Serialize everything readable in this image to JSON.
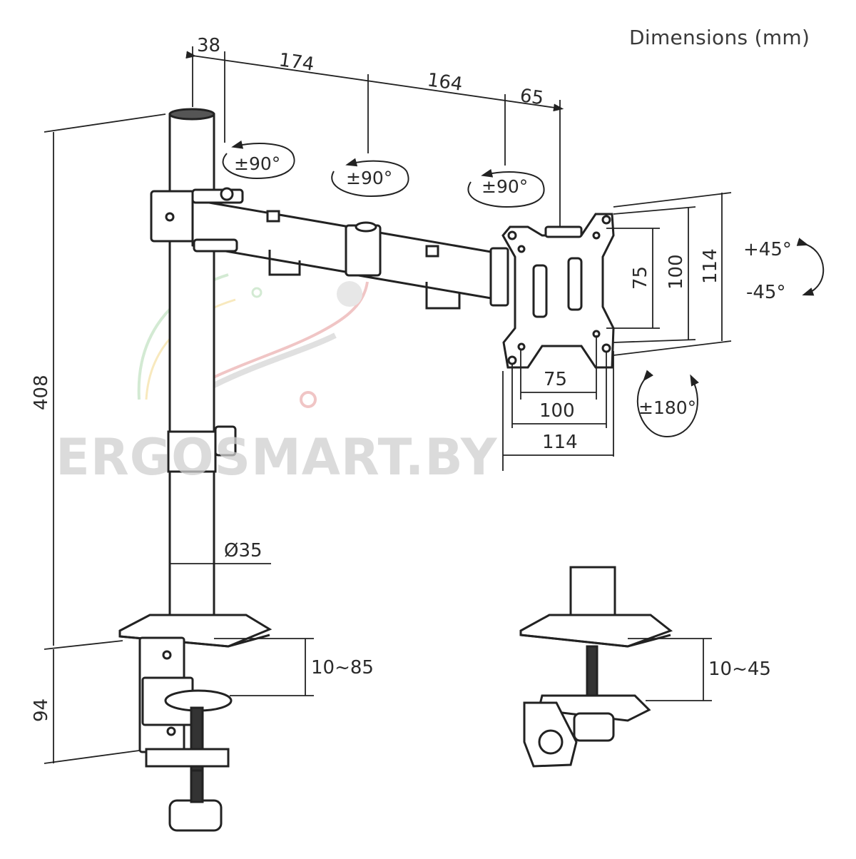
{
  "title": "Dimensions (mm)",
  "watermark": "ERGOSMART.BY",
  "dimensions": {
    "d38": "38",
    "d174": "174",
    "d164": "164",
    "d65": "65",
    "height": "408",
    "clamp": "94",
    "pole": "Ø35",
    "clamp_range": "10~85",
    "grommet_range": "10~45",
    "vesa_h75": "75",
    "vesa_h100": "100",
    "vesa_h114": "114",
    "vesa_v75": "75",
    "vesa_v100": "100",
    "vesa_v114": "114"
  },
  "angles": {
    "arm1": "±90°",
    "arm2": "±90°",
    "arm3": "±90°",
    "tilt_up": "+45°",
    "tilt_down": "-45°",
    "rotate": "±180°"
  }
}
